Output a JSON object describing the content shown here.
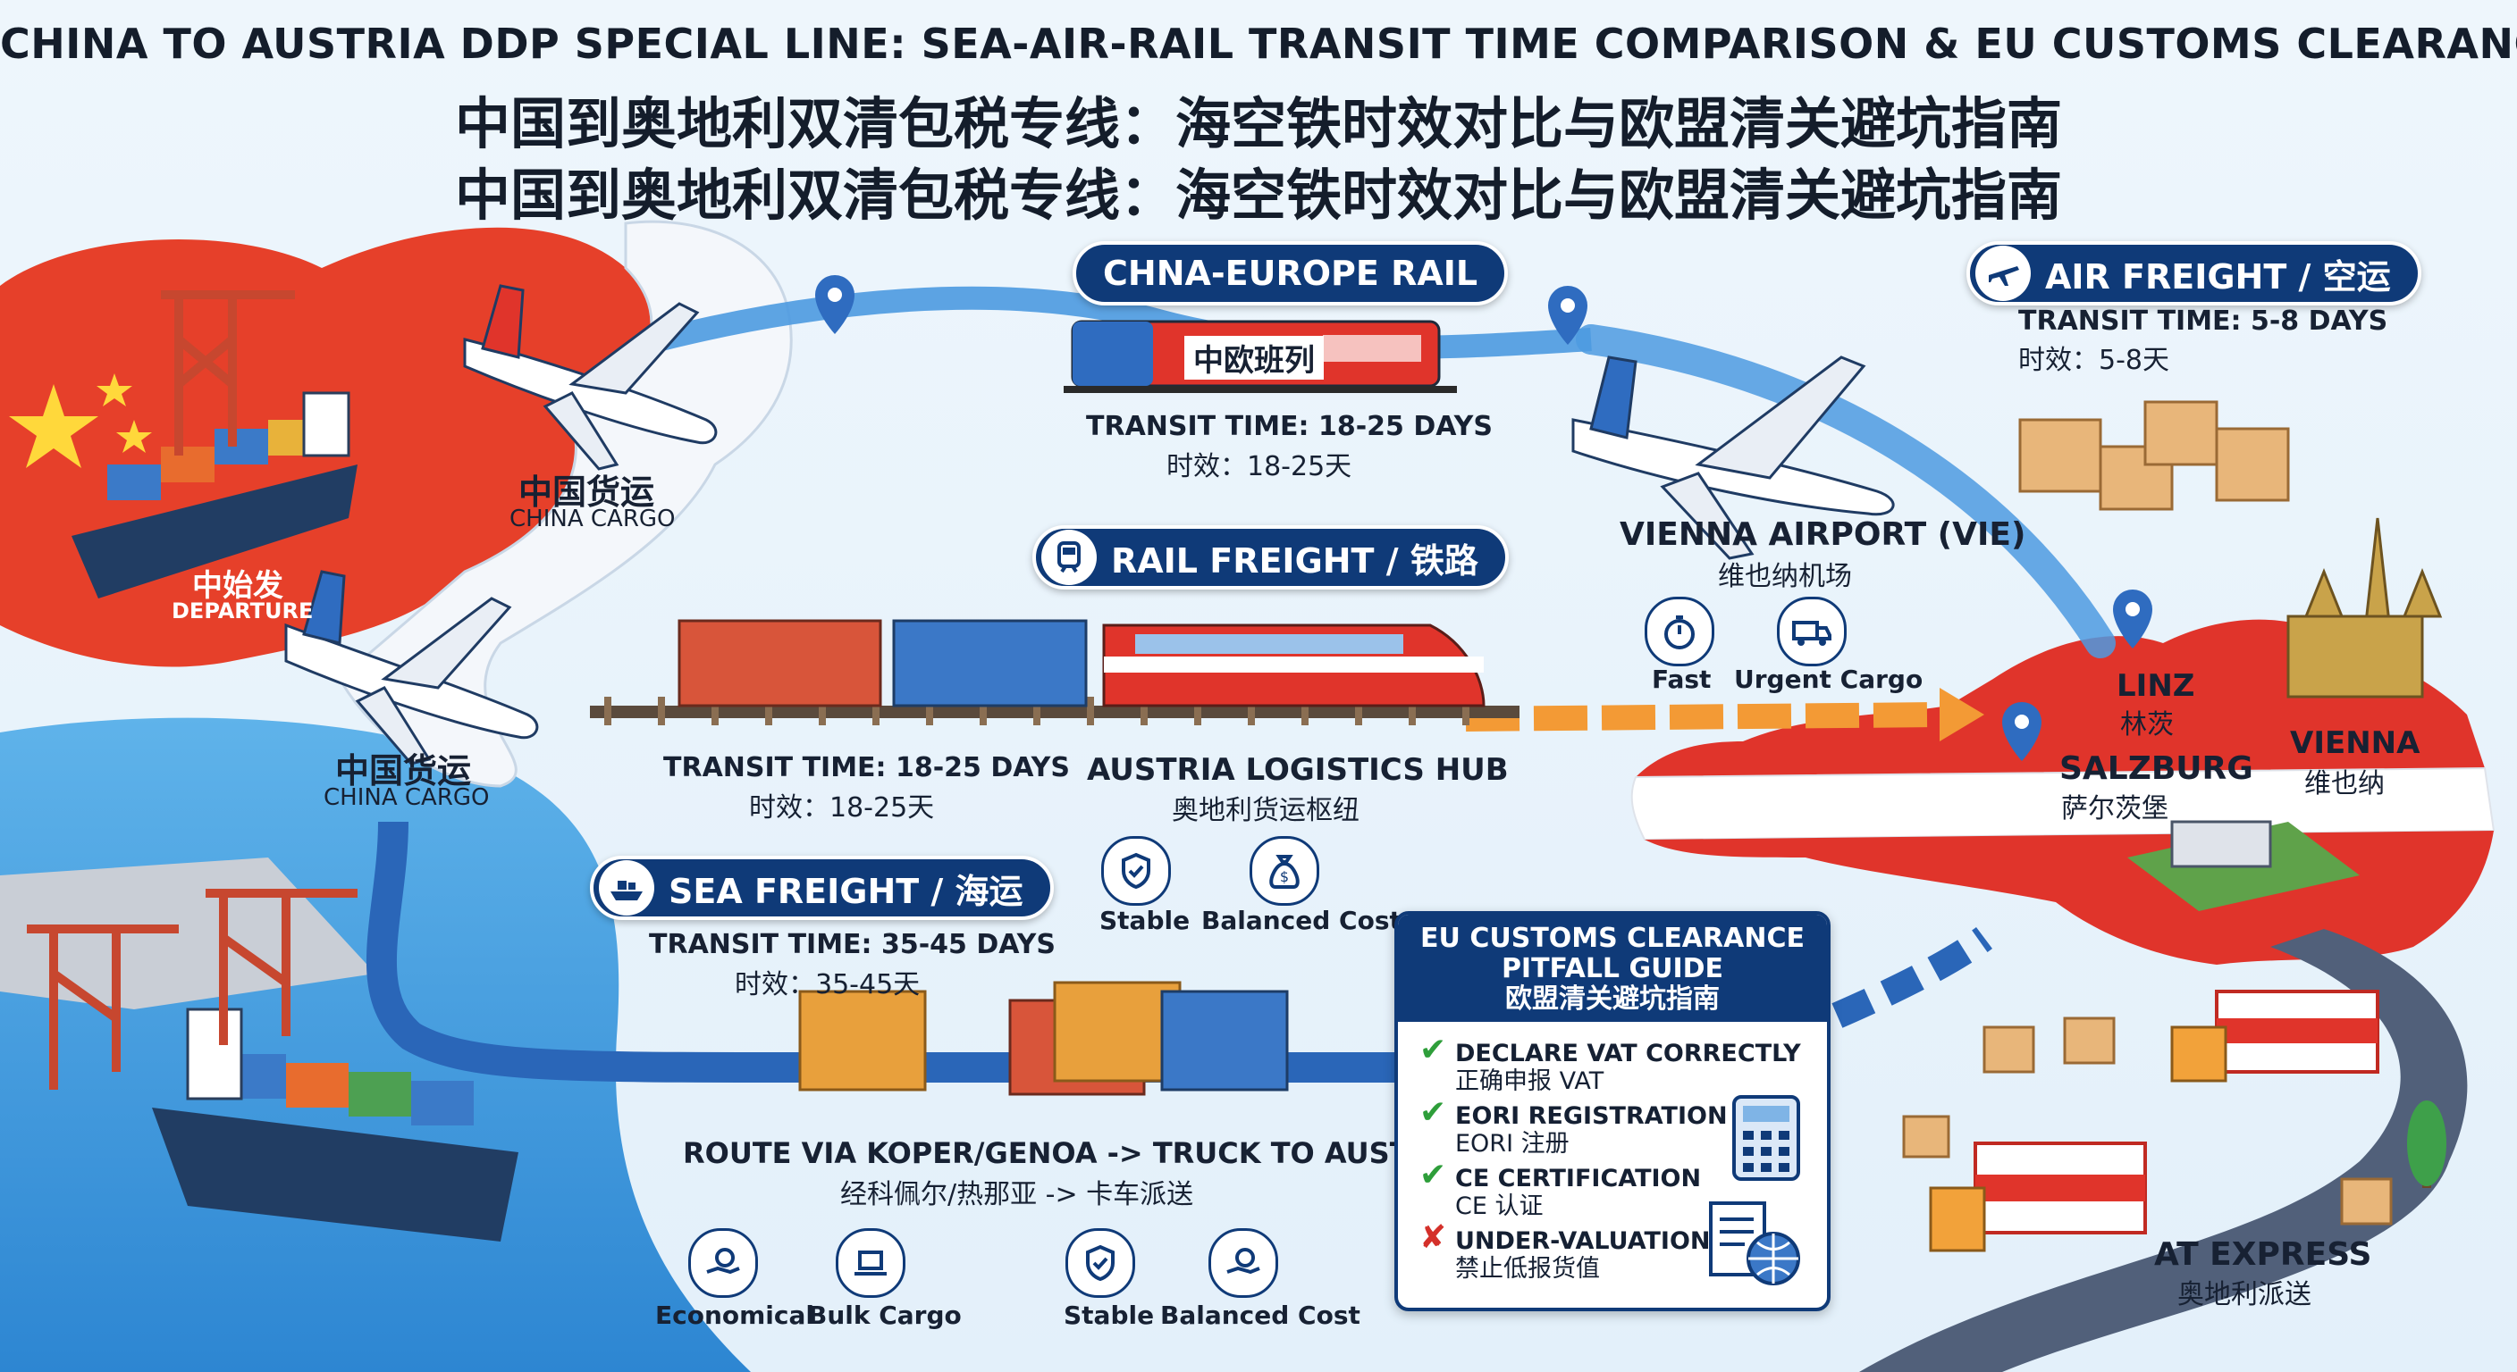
{
  "titles": {
    "line1": "CHINA TO AUSTRIA DDP SPECIAL LINE: SEA-AIR-RAIL TRANSIT TIME COMPARISON & EU CUSTOMS CLEARANCE PITFALL GUIDE",
    "line2": "中国到奥地利双清包税专线：海空铁时效对比与欧盟清关避坑指南",
    "line3": "中国到奥地利双清包税专线：海空铁时效对比与欧盟清关避坑指南"
  },
  "china": {
    "departure_zh": "中始发",
    "departure_en": "DEPARTURE",
    "cargo1_zh": "中国货运",
    "cargo1_en": "CHINA  CARGO",
    "cargo2_zh": "中国货运",
    "cargo2_en": "CHINA CARGO"
  },
  "china_europe_rail": {
    "badge": "CHNA-EUROPE RAIL",
    "train_label": "中欧班列",
    "transit_en": "TRANSIT TIME: 18-25 DAYS",
    "transit_zh": "时效：18-25天"
  },
  "air": {
    "badge": "AIR FREIGHT / 空运",
    "transit_en": "TRANSIT TIME: 5-8 DAYS",
    "transit_zh": "时效：5-8天",
    "airport_en": "VIENNA AIRPORT (VIE)",
    "airport_zh": "维也纳机场",
    "icons": [
      {
        "label": "Fast",
        "icon": "stopwatch-icon"
      },
      {
        "label": "Urgent Cargo",
        "icon": "delivery-truck-icon"
      }
    ]
  },
  "rail": {
    "badge": "RAIL FREIGHT / 铁路",
    "transit_en": "TRANSIT TIME: 18-25 DAYS",
    "transit_zh": "时效：18-25天",
    "hub_en": "AUSTRIA LOGISTICS HUB",
    "hub_zh": "奥地利货运枢纽",
    "icons": [
      {
        "label": "Stable",
        "icon": "shield-check-icon"
      },
      {
        "label": "Balanced Cost",
        "icon": "money-bag-icon"
      }
    ]
  },
  "sea": {
    "badge": "SEA FREIGHT / 海运",
    "transit_en": "TRANSIT TIME: 35-45 DAYS",
    "transit_zh": "时效：35-45天",
    "route_en": "ROUTE VIA KOPER/GENOA -> TRUCK TO AUSTRIA",
    "route_zh": "经科佩尔/热那亚 -> 卡车派送",
    "icons": [
      {
        "label": "Economical",
        "icon": "money-hand-icon"
      },
      {
        "label": "Bulk Cargo",
        "icon": "cargo-scale-icon"
      },
      {
        "label": "Stable",
        "icon": "shield-check-icon"
      },
      {
        "label": "Balanced Cost",
        "icon": "money-hand-icon"
      }
    ]
  },
  "eu_guide": {
    "title_l1": "EU CUSTOMS CLEARANCE",
    "title_l2": "PITFALL GUIDE",
    "title_zh": "欧盟清关避坑指南",
    "items": [
      {
        "mark": "✔",
        "en": "DECLARE VAT CORRECTLY",
        "zh": "正确申报 VAT",
        "color": "#2e9e3a"
      },
      {
        "mark": "✔",
        "en": "EORI REGISTRATION",
        "zh": "EORI 注册",
        "color": "#2e9e3a"
      },
      {
        "mark": "✔",
        "en": "CE CERTIFICATION",
        "zh": "CE 认证",
        "color": "#2e9e3a"
      },
      {
        "mark": "✘",
        "en": "UNDER-VALUATION",
        "zh": "禁止低报货值",
        "color": "#d4302a"
      }
    ]
  },
  "austria": {
    "linz_en": "LINZ",
    "linz_zh": "林茨",
    "salzburg_en": "SALZBURG",
    "salzburg_zh": "萨尔茨堡",
    "vienna_en": "VIENNA",
    "vienna_zh": "维也纳",
    "express_en": "AT EXPRESS",
    "express_zh": "奥地利派送"
  },
  "colors": {
    "navy": "#0f3a78",
    "china_red": "#e03a26",
    "austria_red": "#e0342b",
    "sea": "#2f8fd6",
    "route_blue": "#2a66b8",
    "rail_orange": "#f39a35"
  }
}
